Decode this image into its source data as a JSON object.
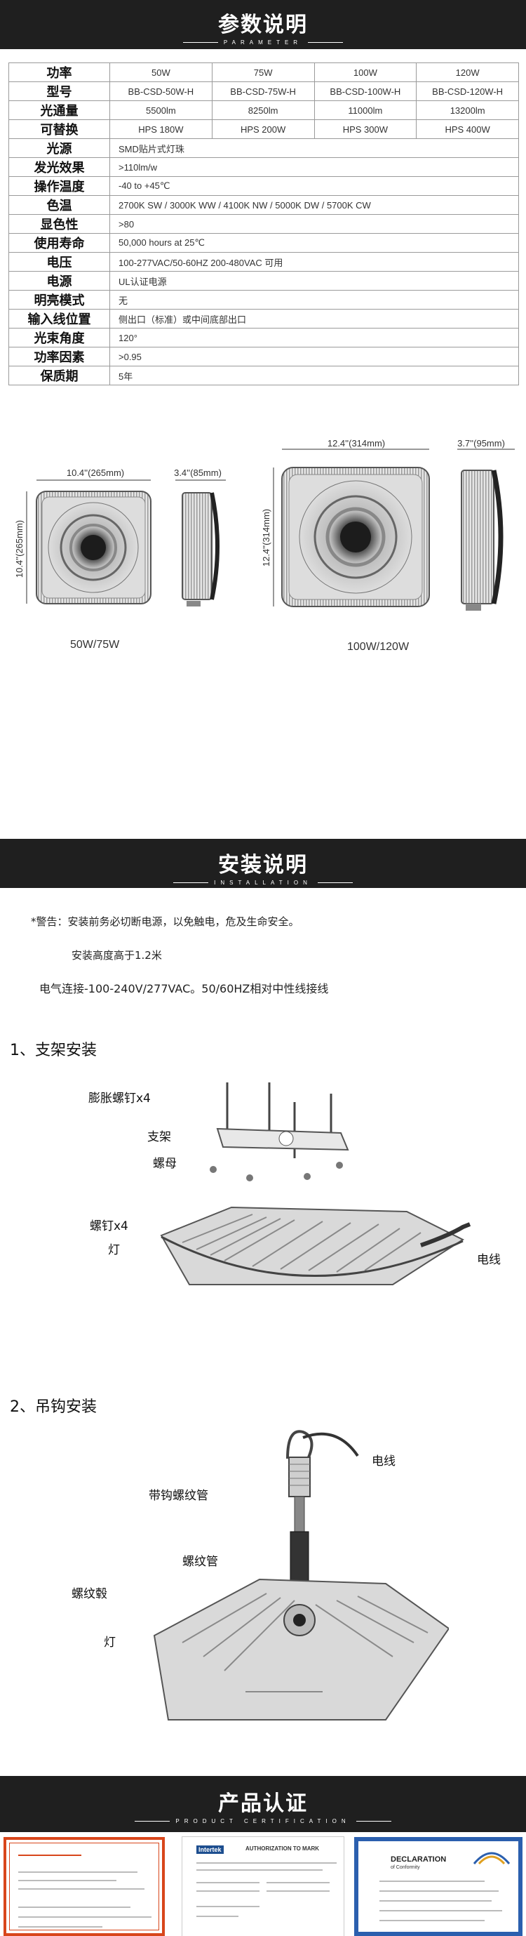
{
  "parameter_banner": {
    "title": "参数说明",
    "subtitle": "PARAMETER"
  },
  "spec_table": {
    "head": {
      "label": "功率",
      "values": [
        "50W",
        "75W",
        "100W",
        "120W"
      ]
    },
    "model": {
      "label": "型号",
      "values": [
        "BB-CSD-50W-H",
        "BB-CSD-75W-H",
        "BB-CSD-100W-H",
        "BB-CSD-120W-H"
      ]
    },
    "lumen": {
      "label": "光通量",
      "values": [
        "5500lm",
        "8250lm",
        "11000lm",
        "13200lm"
      ]
    },
    "replace": {
      "label": "可替换",
      "values": [
        "HPS 180W",
        "HPS 200W",
        "HPS 300W",
        "HPS 400W"
      ]
    },
    "rows": [
      {
        "label": "光源",
        "value": "SMD贴片式灯珠"
      },
      {
        "label": "发光效果",
        "value": ">110lm/w"
      },
      {
        "label": "操作温度",
        "value": "-40 to +45℃"
      },
      {
        "label": "色温",
        "value": "2700K SW / 3000K WW / 4100K NW / 5000K DW / 5700K CW"
      },
      {
        "label": "显色性",
        "value": ">80"
      },
      {
        "label": "使用寿命",
        "value": "50,000 hours at 25℃"
      },
      {
        "label": "电压",
        "value": "100-277VAC/50-60HZ        200-480VAC 可用"
      },
      {
        "label": "电源",
        "value": "UL认证电源"
      },
      {
        "label": "明亮模式",
        "value": "无"
      },
      {
        "label": "输入线位置",
        "value": "侧出口（标准）或中间底部出口"
      },
      {
        "label": "光束角度",
        "value": "120°"
      },
      {
        "label": "功率因素",
        "value": ">0.95"
      },
      {
        "label": "保质期",
        "value": "5年"
      }
    ]
  },
  "dimensions": {
    "small": {
      "width": "10.4''(265mm)",
      "height": "10.4''(265mm)",
      "depth": "3.4''(85mm)",
      "caption": "50W/75W"
    },
    "large": {
      "width": "12.4''(314mm)",
      "height": "12.4''(314mm)",
      "depth": "3.7''(95mm)",
      "caption": "100W/120W"
    }
  },
  "install_banner": {
    "title": "安装说明",
    "subtitle": "INSTALLATION"
  },
  "install": {
    "warning": "*警告：安装前务必切断电源，以免触电，危及生命安全。",
    "height_note": "安装高度高于1.2米",
    "wiring": "电气连接-100-240V/277VAC。50/60HZ相对中性线接线",
    "step1": {
      "title": "1、支架安装",
      "labels": {
        "expansion_screw": "膨胀螺钉x4",
        "bracket": "支架",
        "nut": "螺母",
        "screw": "螺钉x4",
        "lamp": "灯",
        "wire": "电线"
      }
    },
    "step2": {
      "title": "2、吊钩安装",
      "labels": {
        "wire": "电线",
        "hook_tube": "带钩螺纹管",
        "thread_tube": "螺纹管",
        "thread_hub": "螺纹毂",
        "lamp": "灯"
      }
    }
  },
  "cert_banner": {
    "title": "产品认证",
    "subtitle": "PRODUCT CERTIFICATION"
  },
  "certificates": [
    {
      "heading": ""
    },
    {
      "heading": "AUTHORIZATION TO MARK",
      "brand": "Intertek"
    },
    {
      "heading": "DECLARATION",
      "sub": "of Conformity"
    }
  ],
  "colors": {
    "banner": "#1f1f1f",
    "cert_border": "#d8461b"
  }
}
